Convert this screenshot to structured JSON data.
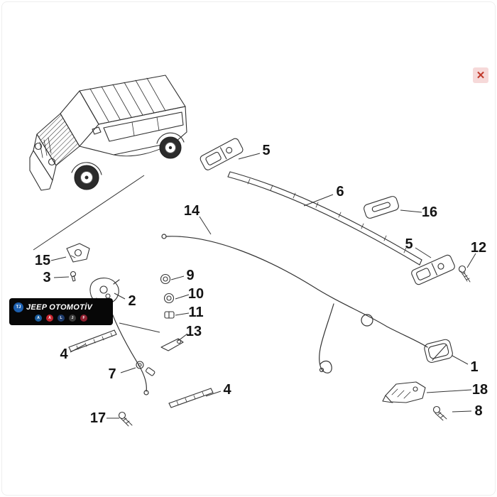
{
  "close_button": {
    "glyph": "✕"
  },
  "banner": {
    "badge": "TJ",
    "title": "JEEP OTOMOTİV",
    "background": "#070707",
    "text_color": "#ffffff",
    "logos": [
      {
        "name": "alfa-romeo-logo",
        "color": "#1b5e9e",
        "letter": "A"
      },
      {
        "name": "abarth-logo",
        "color": "#c4252f",
        "letter": "A"
      },
      {
        "name": "lancia-logo",
        "color": "#1d3a6b",
        "letter": "L"
      },
      {
        "name": "jeep-logo",
        "color": "#3c3c3c",
        "letter": "J"
      },
      {
        "name": "fiat-logo",
        "color": "#8e1f2f",
        "letter": "F"
      }
    ]
  },
  "diagram": {
    "callouts": [
      {
        "label": "5"
      },
      {
        "label": "6"
      },
      {
        "label": "16"
      },
      {
        "label": "14"
      },
      {
        "label": "5"
      },
      {
        "label": "12"
      },
      {
        "label": "15"
      },
      {
        "label": "3"
      },
      {
        "label": "2"
      },
      {
        "label": "9"
      },
      {
        "label": "10"
      },
      {
        "label": "11"
      },
      {
        "label": "13"
      },
      {
        "label": "4"
      },
      {
        "label": "7"
      },
      {
        "label": "4"
      },
      {
        "label": "17"
      },
      {
        "label": "1"
      },
      {
        "label": "18"
      },
      {
        "label": "8"
      }
    ]
  }
}
